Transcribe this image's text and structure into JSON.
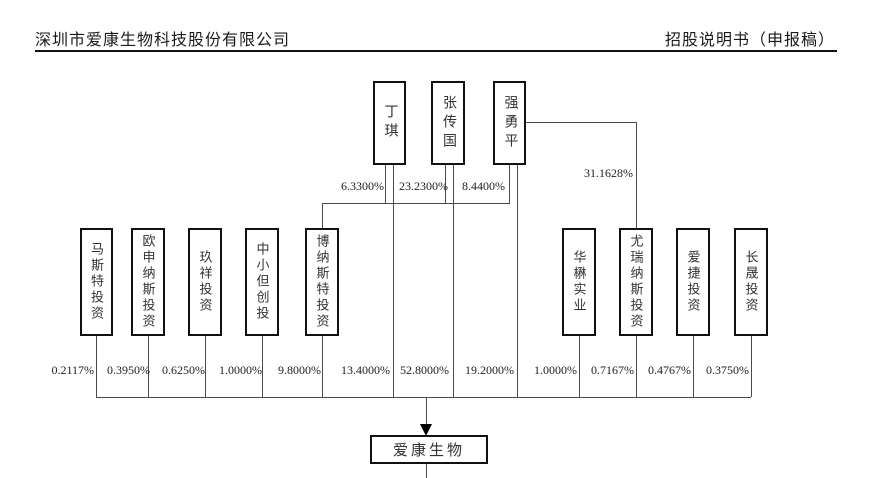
{
  "header": {
    "company_title": "深圳市爱康生物科技股份有限公司",
    "doc_title": "招股说明书（申报稿）"
  },
  "diagram": {
    "top_shareholders": [
      {
        "name": "丁琪",
        "bonasite_stake": "6.3300%",
        "direct_stake": "13.4000%"
      },
      {
        "name": "张传国",
        "bonasite_stake": "23.2300%",
        "direct_stake": "52.8000%"
      },
      {
        "name": "强勇平",
        "bonasite_stake": "8.4400%",
        "direct_stake": "19.2000%",
        "younasi_stake": "31.1628%"
      }
    ],
    "entity_shareholders": [
      {
        "name": "马斯特投资",
        "stake": "0.2117%"
      },
      {
        "name": "欧申纳斯投资",
        "stake": "0.3950%"
      },
      {
        "name": "玖祥投资",
        "stake": "0.6250%"
      },
      {
        "name": "中小但创投",
        "stake": "1.0000%"
      },
      {
        "name": "博纳斯特投资",
        "stake": "9.8000%"
      },
      {
        "name": "华楙实业",
        "stake": "1.0000%"
      },
      {
        "name": "尤瑞纳斯投资",
        "stake": "0.7167%"
      },
      {
        "name": "爱捷投资",
        "stake": "0.4767%"
      },
      {
        "name": "长晟投资",
        "stake": "0.3750%"
      }
    ],
    "company": {
      "name": "爱康生物"
    }
  }
}
